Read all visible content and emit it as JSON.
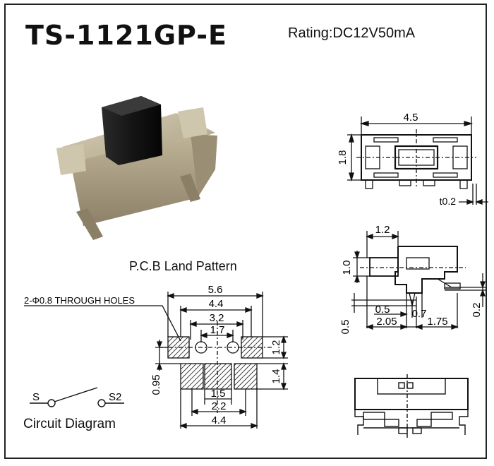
{
  "part_number": "TS-1121GP-E",
  "rating": "Rating:DC12V50mA",
  "pcb_land_pattern": {
    "title": "P.C.B Land Pattern",
    "holes_note": "2-Φ0.8 THROUGH HOLES",
    "dims": {
      "d56": "5.6",
      "d44top": "4.4",
      "d32": "3.2",
      "d17": "1.7",
      "d12": "1.2",
      "d14": "1.4",
      "d095": "0.95",
      "d15": "1.5",
      "d22": "2.2",
      "d44bot": "4.4"
    }
  },
  "top_view": {
    "width": "4.5",
    "height": "1.8",
    "thickness": "t0.2"
  },
  "side_view": {
    "d12": "1.2",
    "d10": "1.0",
    "d05a": "0.5",
    "d07": "0.7",
    "d05b": "0.5",
    "d02": "0.2",
    "d205": "2.05",
    "d175": "1.75"
  },
  "circuit": {
    "title": "Circuit Diagram",
    "s1": "S",
    "s2": "S2"
  },
  "colors": {
    "line": "#111111",
    "background": "#ffffff"
  }
}
